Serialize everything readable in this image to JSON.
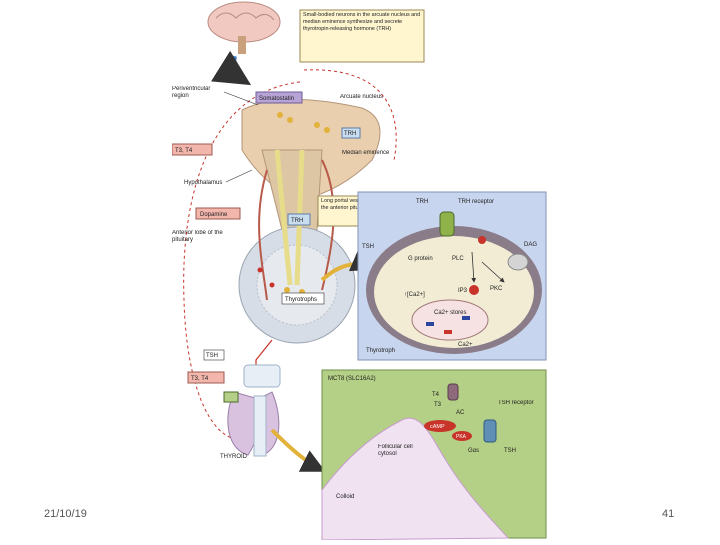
{
  "slide": {
    "date": "21/10/19",
    "page_number": "41"
  },
  "colors": {
    "hormone_box": "#f2b6ad",
    "trh_box": "#c9ddf0",
    "somatostatin_box": "#b7a3d6",
    "callout_box": "#fff6cf",
    "cell_panel": "#c8d5ee",
    "thyroid_panel": "#b4cf86",
    "pathway_red": "#c8332a"
  },
  "labels": {
    "callout_arcuate": "Small-bodied neurons in the arcuate nucleus and median eminence synthesize and secrete thyrotropin-releasing hormone (TRH)",
    "periventricular": "Periventricular region",
    "somatostatin": "Somatostatin",
    "arcuate": "Arcuate nucleus",
    "trh_top": "TRH",
    "t3t4_left": "T3, T4",
    "median_eminence": "Median eminence",
    "hypothalamus": "Hypothalamus",
    "callout_portal": "Long portal vessels carry TRH to the anterior pituitary",
    "dopamine": "Dopamine",
    "trh_mid": "TRH",
    "anterior_lobe": "Anterior lobe of the pituitary",
    "thyrotrophs": "Thyrotrophs",
    "tsh_left": "TSH",
    "t3t4_bottom": "T3, T4",
    "thyroid": "THYROID"
  },
  "cell_panel": {
    "trh": "TRH",
    "trh_receptor": "TRH receptor",
    "dag": "DAG",
    "tsh": "TSH",
    "g_protein": "G protein",
    "plc": "PLC",
    "ip3": "IP3",
    "pkc": "PKC",
    "ca_in": "↑[Ca2+]",
    "ca_stores": "Ca2+ stores",
    "ca_out": "Ca2+",
    "thyrotroph": "Thyrotroph"
  },
  "thyroid_panel": {
    "mct8": "MCT8 (SLC16A2)",
    "t4": "T4",
    "t3": "T3",
    "ac": "AC",
    "camp": "cAMP",
    "pka": "PKA",
    "gas": "Gαs",
    "tsh_receptor": "TSH receptor",
    "tsh": "TSH",
    "follicular": "Follicular cell cytosol",
    "colloid": "Colloid"
  }
}
